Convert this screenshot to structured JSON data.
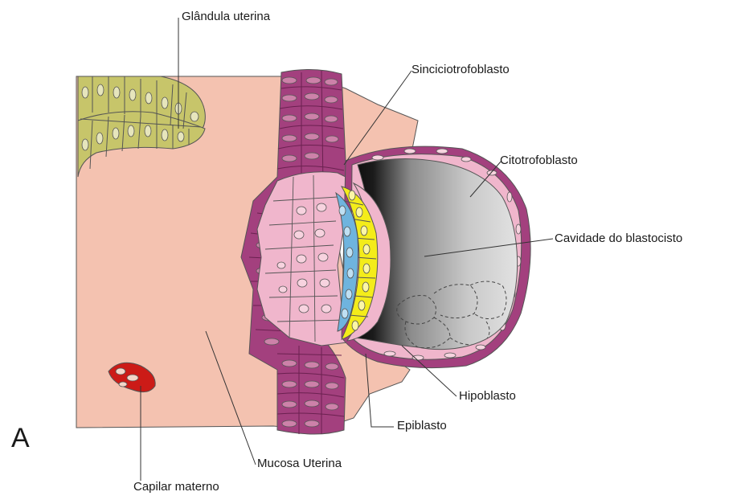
{
  "figure": {
    "panel_letter": "A",
    "labels": {
      "glandula": "Glândula uterina",
      "sinciciotrofoblasto": "Sinciciotrofoblasto",
      "citotrofoblasto": "Citotrofoblasto",
      "cavidade": "Cavidade do blastocisto",
      "hipoblasto": "Hipoblasto",
      "epiblasto": "Epiblasto",
      "mucosa": "Mucosa Uterina",
      "capilar": "Capilar materno"
    }
  },
  "colors": {
    "mucosa": "#f4c2b0",
    "epithelium": "#a3407e",
    "syncytio": "#f0b6cc",
    "gland": "#c7c56a",
    "epiblast": "#f4ec1a",
    "hypoblast": "#6fb4de",
    "capillary": "#cc1b17"
  }
}
